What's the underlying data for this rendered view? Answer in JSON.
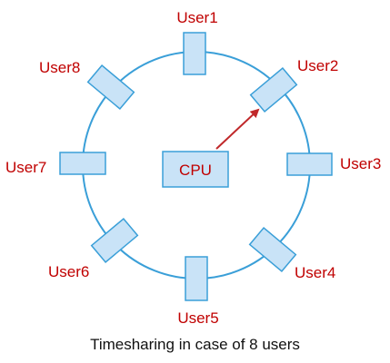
{
  "cpu_label": "CPU",
  "users": [
    "User1",
    "User2",
    "User3",
    "User4",
    "User5",
    "User6",
    "User7",
    "User8"
  ],
  "caption": "Timesharing in case of 8 users",
  "colors": {
    "ring": "#3a9fd8",
    "terminal_fill": "#c9e3f7",
    "terminal_stroke": "#3a9fd8",
    "label_text": "#c00000",
    "arrow": "#c0282a",
    "caption_text": "#111111"
  }
}
